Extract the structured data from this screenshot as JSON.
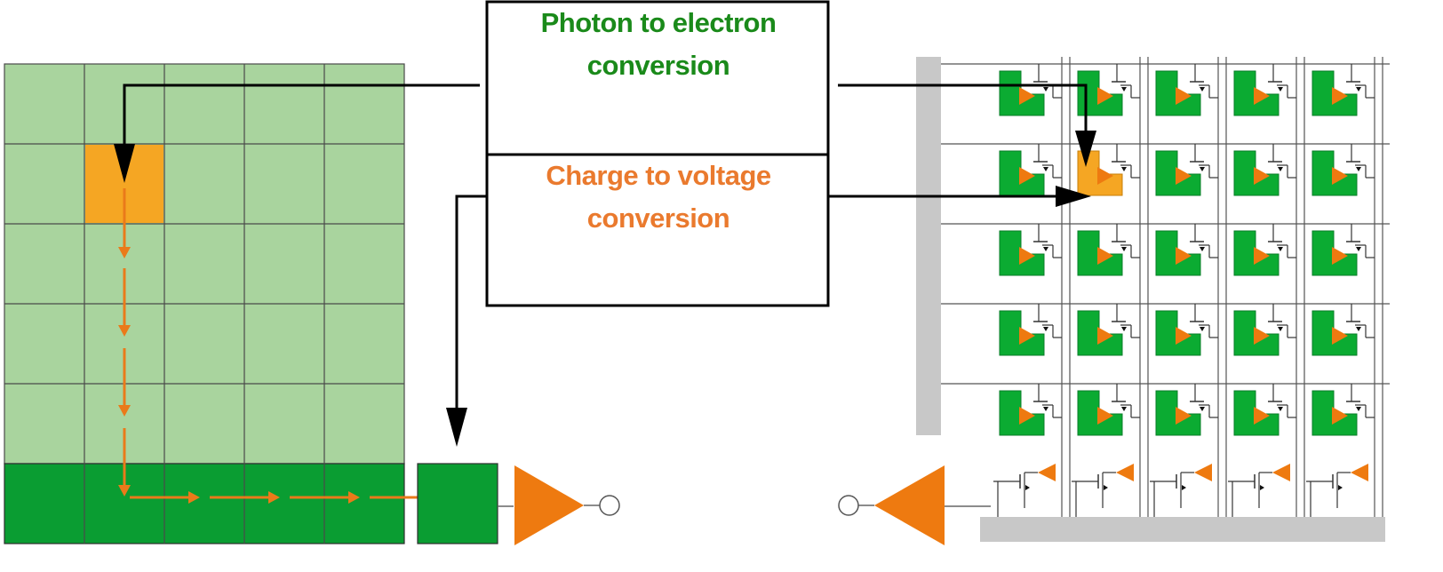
{
  "labels": {
    "photon_to_electron": [
      "Photon to electron",
      "conversion"
    ],
    "charge_to_voltage": [
      "Charge to voltage",
      "conversion"
    ]
  },
  "colors": {
    "photon_label": "#1a8a1a",
    "charge_label": "#ea7a2e",
    "ccd_light_green": "#a9d49e",
    "ccd_dark_green": "#0a9d32",
    "active_pixel": "#f5a623",
    "arrow_orange": "#ea7a1a",
    "amplifier": "#ee7a10",
    "cmos_green": "#0bab32",
    "cmos_grey_bus": "#c8c8c8"
  },
  "grids": {
    "ccd_rows": 5,
    "ccd_cols": 5,
    "cmos_rows": 5,
    "cmos_cols": 5
  },
  "highlight": {
    "ccd_active_cell": "row 2, column 2",
    "cmos_active_cell": "row 2, column 2"
  }
}
